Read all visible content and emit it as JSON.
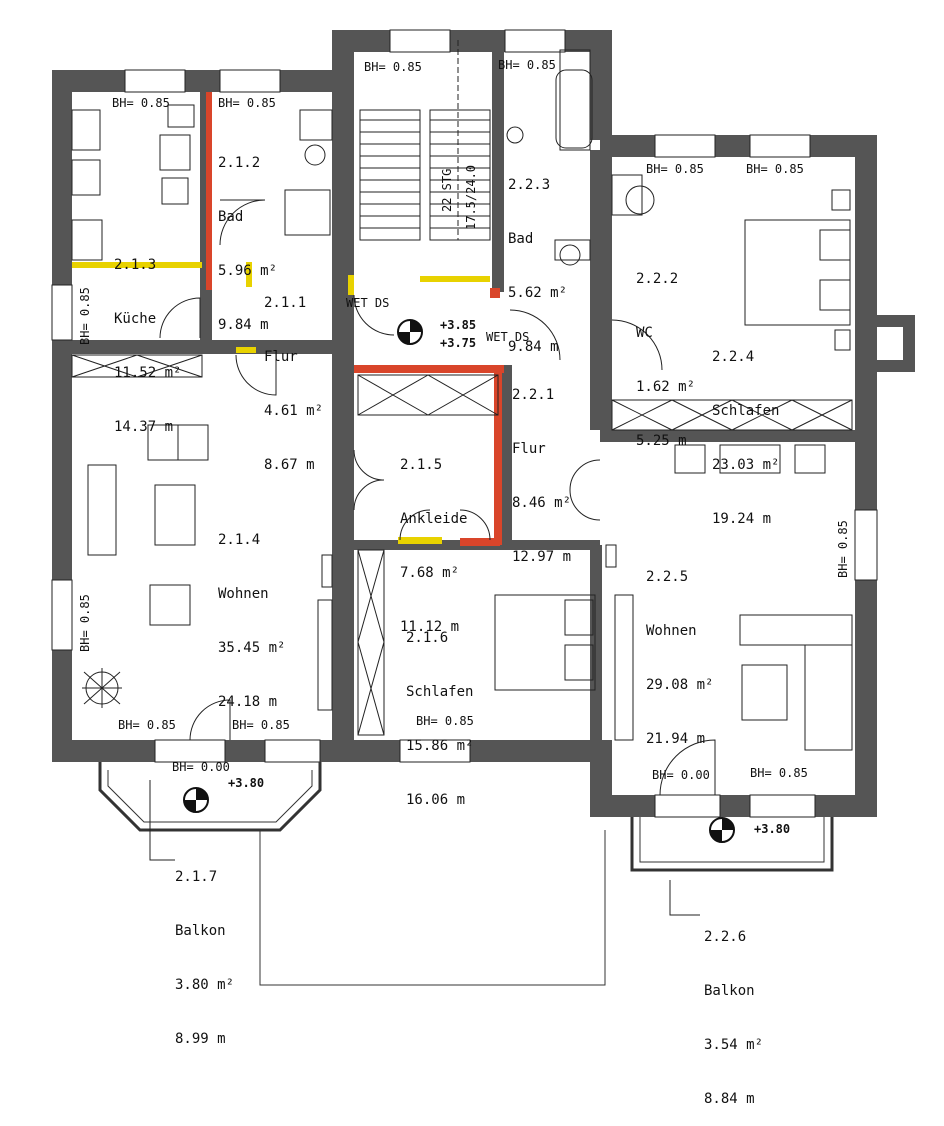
{
  "rooms": [
    {
      "id": "r213",
      "number": "2.1.3",
      "name": "Küche",
      "area": "11.52 m²",
      "perimeter": "14.37 m"
    },
    {
      "id": "r212",
      "number": "2.1.2",
      "name": "Bad",
      "area": "5.96 m²",
      "perimeter": "9.84 m"
    },
    {
      "id": "r211",
      "number": "2.1.1",
      "name": "Flur",
      "area": "4.61 m²",
      "perimeter": "8.67 m"
    },
    {
      "id": "r214",
      "number": "2.1.4",
      "name": "Wohnen",
      "area": "35.45 m²",
      "perimeter": "24.18 m"
    },
    {
      "id": "r215",
      "number": "2.1.5",
      "name": "Ankleide",
      "area": "7.68 m²",
      "perimeter": "11.12 m"
    },
    {
      "id": "r216",
      "number": "2.1.6",
      "name": "Schlafen",
      "area": "15.86 m²",
      "perimeter": "16.06 m"
    },
    {
      "id": "r217",
      "number": "2.1.7",
      "name": "Balkon",
      "area": "3.80 m²",
      "perimeter": "8.99 m"
    },
    {
      "id": "r223",
      "number": "2.2.3",
      "name": "Bad",
      "area": "5.62 m²",
      "perimeter": "9.84 m"
    },
    {
      "id": "r222",
      "number": "2.2.2",
      "name": "WC",
      "area": "1.62 m²",
      "perimeter": "5.25 m"
    },
    {
      "id": "r224",
      "number": "2.2.4",
      "name": "Schlafen",
      "area": "23.03 m²",
      "perimeter": "19.24 m"
    },
    {
      "id": "r221",
      "number": "2.2.1",
      "name": "Flur",
      "area": "8.46 m²",
      "perimeter": "12.97 m"
    },
    {
      "id": "r225",
      "number": "2.2.5",
      "name": "Wohnen",
      "area": "29.08 m²",
      "perimeter": "21.94 m"
    },
    {
      "id": "r226",
      "number": "2.2.6",
      "name": "Balkon",
      "area": "3.54 m²",
      "perimeter": "8.84 m"
    }
  ],
  "sill_heights": {
    "bh_085": "BH= 0.85",
    "bh_000": "BH= 0.00",
    "bh_285": "BH= 0.85"
  },
  "levels": {
    "stair_landing_upper": "+3.85",
    "stair_landing_lower": "+3.75",
    "balcony_left": "+3.80",
    "balcony_right": "+3.80"
  },
  "annotations": {
    "wet_ds_1": "WET DS",
    "wet_ds_2": "WET DS",
    "stair_steps": "22 STG",
    "stair_ratio": "17.5/24.0"
  },
  "colors": {
    "wall": "#555555",
    "new_wall": "#d9452a",
    "opening": "#e8d200",
    "line": "#222222"
  }
}
